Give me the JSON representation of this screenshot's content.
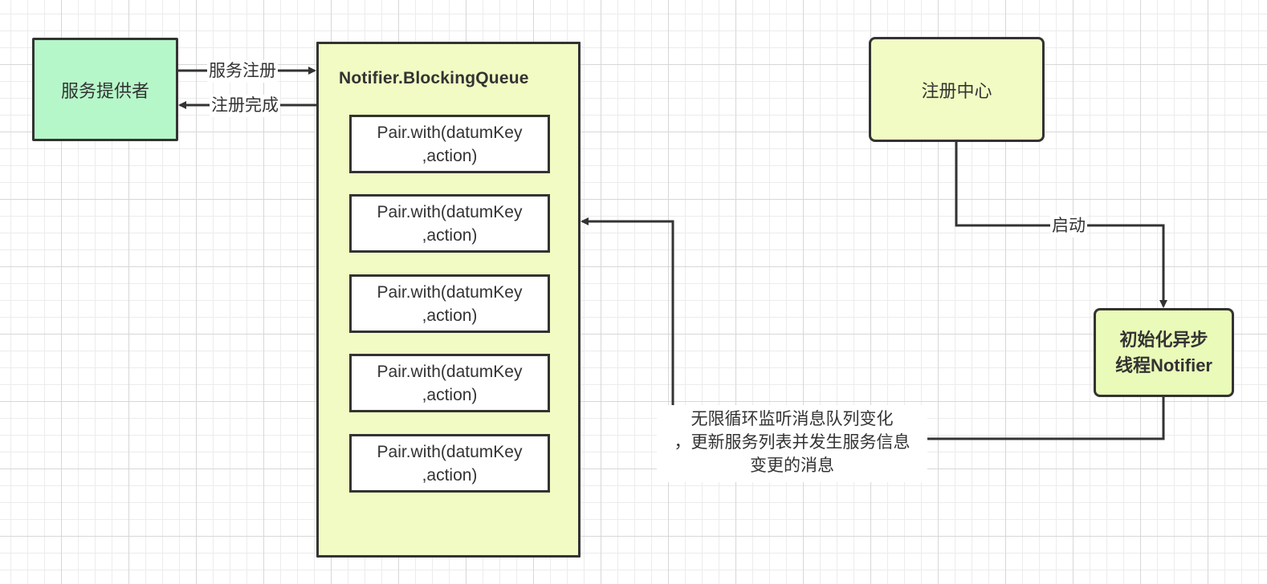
{
  "colors": {
    "provider_fill": "#b6f7c9",
    "queue_fill": "#f1fbc3",
    "registry_fill": "#f1fbc3",
    "notifier_fill": "#eafab8",
    "stroke": "#333333"
  },
  "nodes": {
    "provider": {
      "label": "服务提供者"
    },
    "queue": {
      "title": "Notifier.BlockingQueue",
      "items": [
        {
          "line1": "Pair.with(datumKey",
          "line2": ",action)"
        },
        {
          "line1": "Pair.with(datumKey",
          "line2": ",action)"
        },
        {
          "line1": "Pair.with(datumKey",
          "line2": ",action)"
        },
        {
          "line1": "Pair.with(datumKey",
          "line2": ",action)"
        },
        {
          "line1": "Pair.with(datumKey",
          "line2": ",action)"
        }
      ]
    },
    "registry": {
      "label": "注册中心"
    },
    "notifier": {
      "label": "初始化异步\n线程Notifier"
    }
  },
  "edges": {
    "register": {
      "label": "服务注册"
    },
    "complete": {
      "label": "注册完成"
    },
    "start": {
      "label": "启动"
    },
    "loop": {
      "label": "无限循环监听消息队列变化\n，更新服务列表并发生服务信息\n变更的消息"
    }
  }
}
